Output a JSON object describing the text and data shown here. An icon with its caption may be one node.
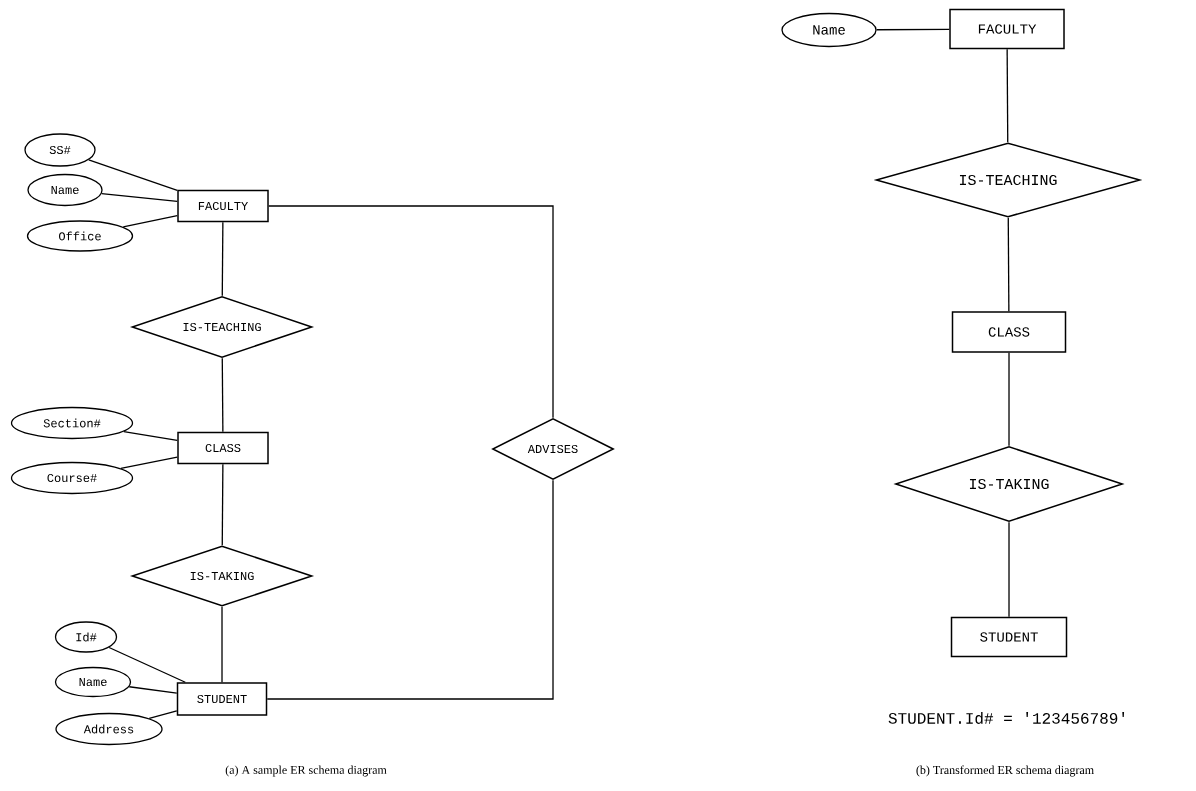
{
  "diagram": {
    "nodes": [
      {
        "text": [
          "SS#"
        ]
      },
      {
        "text": [
          "Name"
        ]
      },
      {
        "text": [
          "Office"
        ]
      },
      {
        "text": [
          "FACULTY"
        ]
      },
      {
        "text": [
          "IS-TEACHING"
        ]
      },
      {
        "text": [
          "Section#"
        ]
      },
      {
        "text": [
          "CLASS"
        ]
      },
      {
        "text": [
          "Course#"
        ]
      },
      {
        "text": [
          "ADVISES"
        ]
      },
      {
        "text": [
          "IS-TAKING"
        ]
      },
      {
        "text": [
          "Id#"
        ]
      },
      {
        "text": [
          "Name"
        ]
      },
      {
        "text": [
          "Address"
        ]
      },
      {
        "text": [
          "STUDENT"
        ]
      },
      {
        "text": [
          "Name"
        ]
      },
      {
        "text": [
          "FACULTY"
        ]
      },
      {
        "text": [
          "IS-TEACHING"
        ]
      },
      {
        "text": [
          "CLASS"
        ]
      },
      {
        "text": [
          "IS-TAKING"
        ]
      },
      {
        "text": [
          "STUDENT"
        ]
      }
    ],
    "edges": [
      {
        "from": 0,
        "to": 3,
        "arrow": "none"
      },
      {
        "from": 1,
        "to": 3,
        "arrow": "none"
      },
      {
        "from": 2,
        "to": 3,
        "arrow": "none"
      },
      {
        "from": 3,
        "to": 4,
        "arrow": "none"
      },
      {
        "from": 4,
        "to": 6,
        "arrow": "none"
      },
      {
        "from": 5,
        "to": 6,
        "arrow": "none"
      },
      {
        "from": 7,
        "to": 6,
        "arrow": "none"
      },
      {
        "from": 6,
        "to": 9,
        "arrow": "none"
      },
      {
        "from": 9,
        "to": 13,
        "arrow": "none"
      },
      {
        "from": 10,
        "to": 13,
        "arrow": "none"
      },
      {
        "from": 11,
        "to": 13,
        "arrow": "none"
      },
      {
        "from": 12,
        "to": 13,
        "arrow": "none"
      },
      {
        "from": 3,
        "to": 8,
        "arrow": "none"
      },
      {
        "from": 8,
        "to": 13,
        "arrow": "none"
      },
      {
        "from": 14,
        "to": 15,
        "arrow": "none"
      },
      {
        "from": 15,
        "to": 16,
        "arrow": "none"
      },
      {
        "from": 16,
        "to": 17,
        "arrow": "none"
      },
      {
        "from": 17,
        "to": 18,
        "arrow": "none"
      },
      {
        "from": 18,
        "to": 19,
        "arrow": "none"
      }
    ],
    "labels": [
      "STUDENT.Id# = '123456789'",
      "(a) A sample ER schema diagram",
      "(b) Transformed ER schema diagram"
    ]
  }
}
